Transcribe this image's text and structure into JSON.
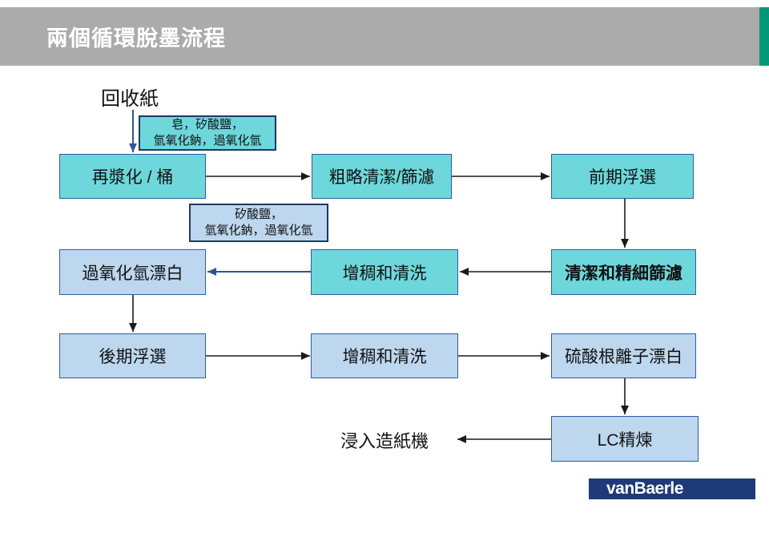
{
  "slide": {
    "title": "兩個循環脫墨流程"
  },
  "colors": {
    "header_gray": "#ABABAB",
    "accent_green": "#009878",
    "teal_fill": "#6ED7DB",
    "lightblue_fill": "#BDD7EE",
    "box_border_blue": "#2E5C9E",
    "label_border_navy": "#1F3864",
    "arrow_black": "#1A1A1A",
    "arrow_blue": "#2F5597",
    "logo_navy": "#1E3A78"
  },
  "flow": {
    "source_label": "回收紙",
    "chem_label_1": {
      "line1": "皂，矽酸鹽，",
      "line2": "氫氧化鈉，過氧化氫"
    },
    "chem_label_2": {
      "line1": "矽酸鹽，",
      "line2": "氫氧化鈉，過氧化氫"
    },
    "boxes": {
      "repulping": "再漿化 / 桶",
      "coarse_screening": "粗略清潔/篩濾",
      "pre_flotation": "前期浮選",
      "peroxide_bleaching": "過氧化氫漂白",
      "thickening_washing_1": "增稠和清洗",
      "fine_screening": "清潔和精細篩濾",
      "post_flotation": "後期浮選",
      "thickening_washing_2": "增稠和清洗",
      "dithionite_bleaching": "硫酸根離子漂白",
      "lc_refining": "LC精煉"
    },
    "sink_label": "浸入造紙機"
  },
  "logo": {
    "text": "vanBaerle"
  }
}
